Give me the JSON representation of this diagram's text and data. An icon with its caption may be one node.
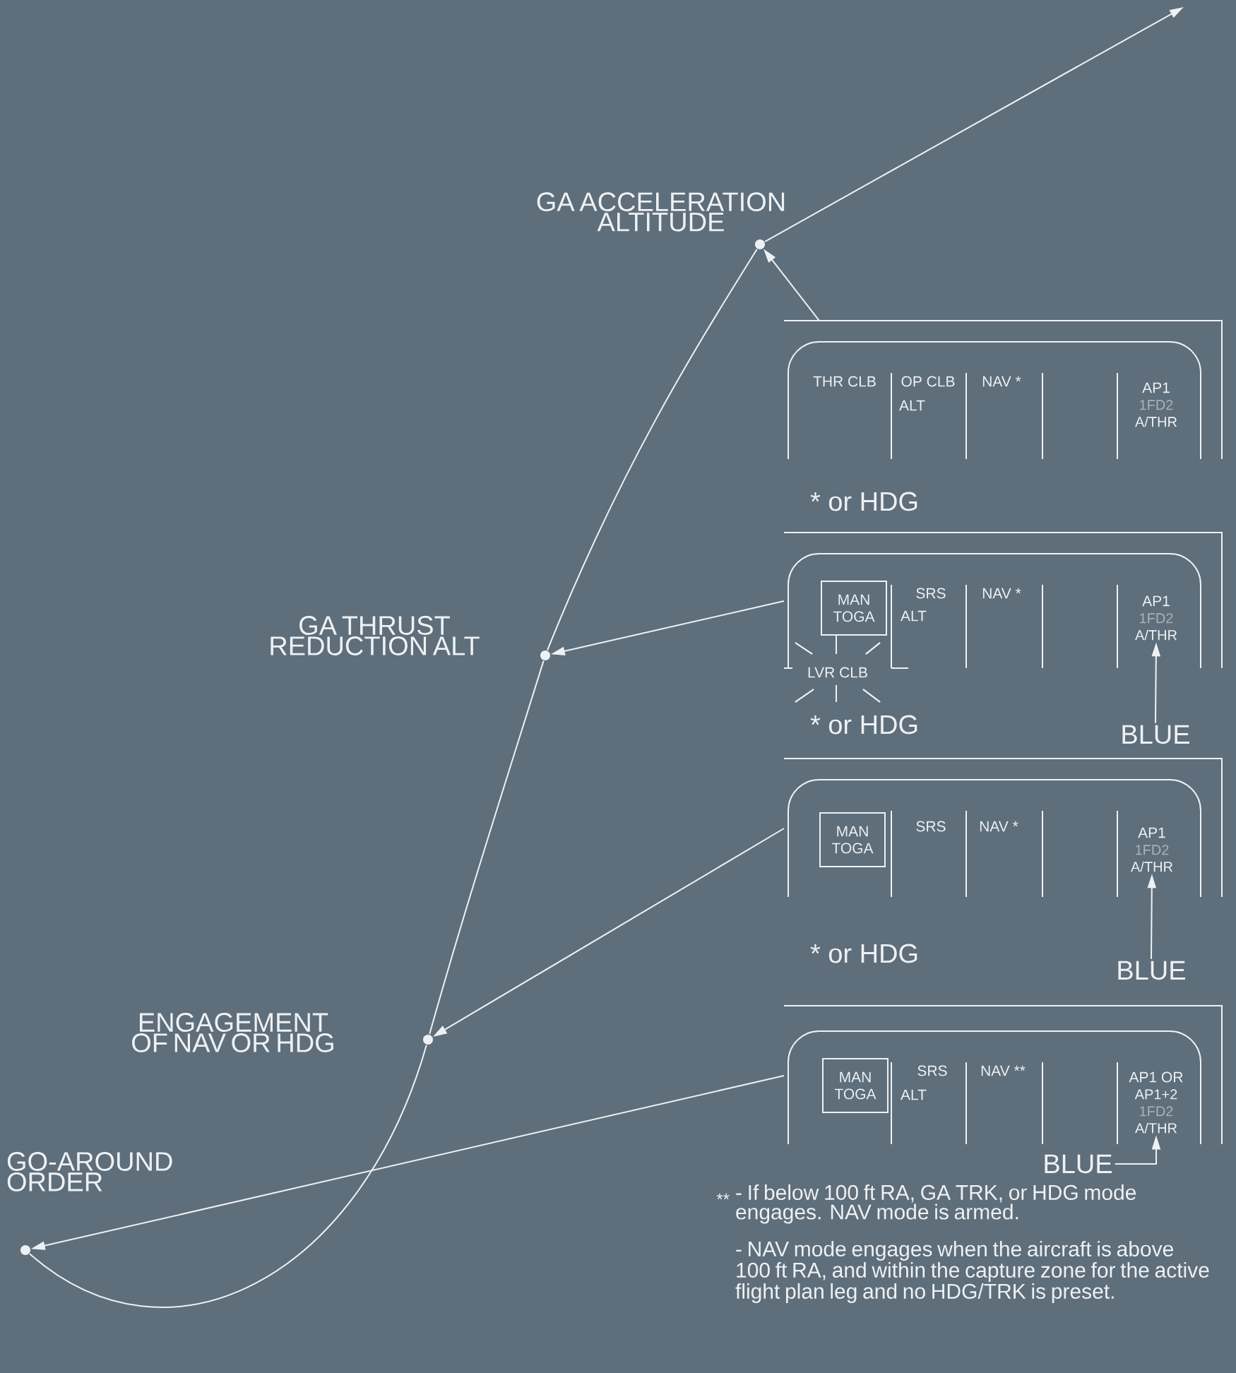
{
  "diagram": {
    "nodes": [
      {
        "text": [],
        "shape": "circle",
        "beside": [
          "GA ACCELERATION ALTITUDE"
        ]
      },
      {
        "text": [],
        "shape": "circle",
        "beside": [
          "GA THRUST REDUCTION ALT"
        ]
      },
      {
        "text": [],
        "shape": "circle",
        "beside": [
          "ENGAGEMENT OF NAV OR HDG"
        ]
      },
      {
        "text": [],
        "shape": "circle",
        "beside": [
          "GO-AROUND ORDER"
        ]
      },
      {
        "text": [
          "THR CLB",
          "OP CLB",
          "ALT",
          "NAV *"
        ]
      },
      {
        "text": [
          "AP1",
          "1FD2",
          "A/THR"
        ],
        "in": 4
      },
      {
        "text": [
          "SRS",
          "ALT",
          "NAV *",
          "LVR CLB"
        ]
      },
      {
        "text": [
          "MAN TOGA"
        ],
        "in": 6
      },
      {
        "text": [
          "AP1",
          "1FD2",
          "A/THR"
        ],
        "in": 6
      },
      {
        "text": [
          "BLUE"
        ]
      },
      {
        "text": [
          "SRS",
          "NAV *"
        ]
      },
      {
        "text": [
          "MAN TOGA"
        ],
        "in": 10
      },
      {
        "text": [
          "AP1",
          "1FD2",
          "A/THR"
        ],
        "in": 10
      },
      {
        "text": [
          "BLUE"
        ]
      },
      {
        "text": [
          "SRS",
          "ALT",
          "NAV **"
        ]
      },
      {
        "text": [
          "MAN TOGA"
        ],
        "in": 14
      },
      {
        "text": [
          "AP1 OR",
          "AP1+2",
          "1FD2",
          "A/THR"
        ],
        "in": 14
      },
      {
        "text": [
          "BLUE"
        ]
      }
    ],
    "edges": [
      {
        "from": 3,
        "to": 2,
        "arrow": "none"
      },
      {
        "from": 2,
        "to": 1,
        "arrow": "none"
      },
      {
        "from": 1,
        "to": 0,
        "arrow": "none"
      },
      {
        "from": 0,
        "to": null,
        "arrow": "to"
      },
      {
        "from": 4,
        "to": 0,
        "arrow": "to"
      },
      {
        "from": 6,
        "to": 1,
        "arrow": "to"
      },
      {
        "from": 10,
        "to": 2,
        "arrow": "to"
      },
      {
        "from": 14,
        "to": 3,
        "arrow": "to"
      },
      {
        "from": 9,
        "to": 8,
        "arrow": "to"
      },
      {
        "from": 13,
        "to": 12,
        "arrow": "to"
      },
      {
        "from": 17,
        "to": 16,
        "arrow": "to"
      }
    ],
    "labels": [
      "* or HDG",
      "* or HDG",
      "* or HDG",
      "**",
      "- If below 100 ft RA, GA TRK, or HDG mode engages. NAV mode is armed.",
      "- NAV mode engages when the aircraft is above 100 ft RA, and within the capture zone for the active flight plan leg and no HDG/TRK is preset."
    ]
  }
}
